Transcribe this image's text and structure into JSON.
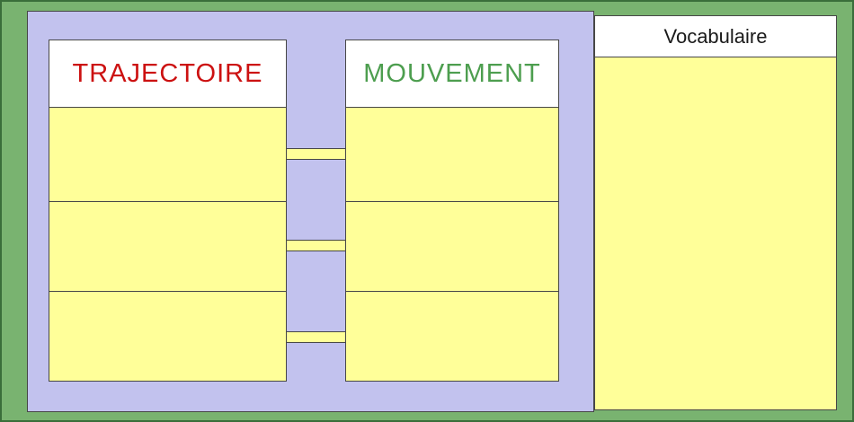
{
  "board": {
    "left_column": {
      "title": "TRAJECTOIRE",
      "title_color": "#cc1111",
      "cell_count": 3,
      "cells": [
        "",
        "",
        ""
      ]
    },
    "right_column": {
      "title": "MOUVEMENT",
      "title_color": "#4d9e4f",
      "cell_count": 3,
      "cells": [
        "",
        "",
        ""
      ]
    },
    "connector_count": 3
  },
  "vocabulary": {
    "title": "Vocabulaire"
  },
  "colors": {
    "page_background": "#79b370",
    "page_border": "#3a6e3a",
    "board_background": "#c2c2ee",
    "cell_fill": "#ffff99",
    "header_fill": "#ffffff",
    "box_border": "#474747"
  }
}
